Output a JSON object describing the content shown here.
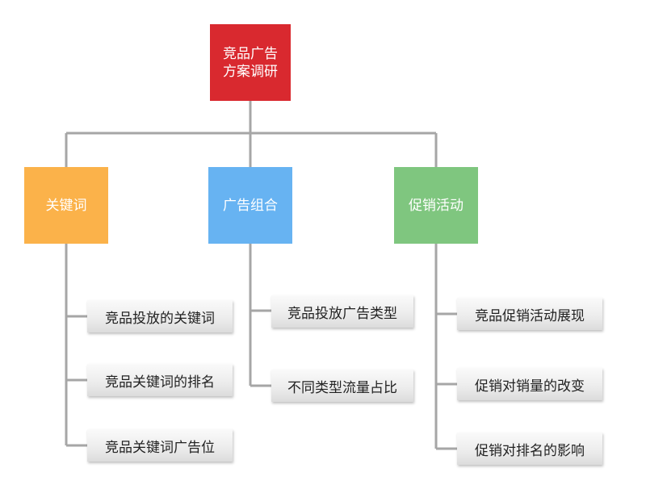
{
  "colors": {
    "root": "#d9292f",
    "keyword": "#fbb24a",
    "ad_combo": "#67b3f2",
    "promotion": "#7fc67f",
    "connector": "#a6a6a6"
  },
  "root": {
    "line1": "竞品广告",
    "line2": "方案调研"
  },
  "categories": [
    {
      "label": "关键词",
      "items": [
        "竞品投放的关键词",
        "竞品关键词的排名",
        "竞品关键词广告位"
      ]
    },
    {
      "label": "广告组合",
      "items": [
        "竞品投放广告类型",
        "不同类型流量占比"
      ]
    },
    {
      "label": "促销活动",
      "items": [
        "竞品促销活动展现",
        "促销对销量的改变",
        "促销对排名的影响"
      ]
    }
  ]
}
